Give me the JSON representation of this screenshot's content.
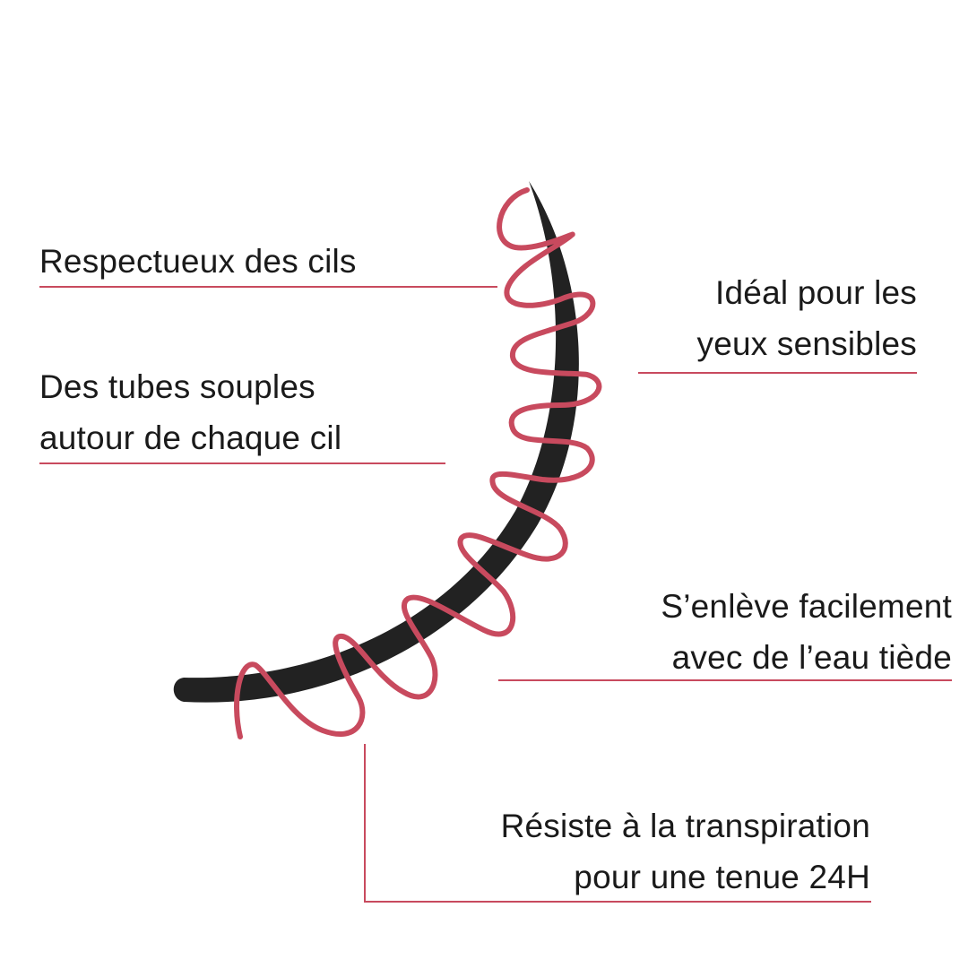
{
  "colors": {
    "lash": "#222222",
    "tube": "#c84a5e",
    "rule": "#c84a5e",
    "text": "#1a1a1a",
    "background": "#ffffff"
  },
  "features": [
    {
      "lines": [
        "Respectueux des cils"
      ]
    },
    {
      "lines": [
        "Idéal pour les",
        "yeux sensibles"
      ]
    },
    {
      "lines": [
        "Des tubes souples",
        "autour de chaque cil"
      ]
    },
    {
      "lines": [
        "S’enlève facilement",
        "avec de l’eau tiède"
      ]
    },
    {
      "lines": [
        "Résiste à la transpiration",
        "pour une tenue 24H"
      ]
    }
  ]
}
